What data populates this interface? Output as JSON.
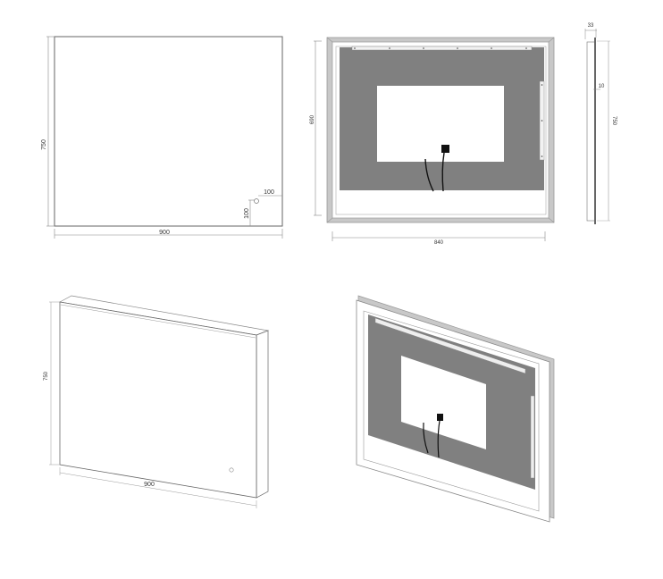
{
  "views": {
    "front": {
      "width_label": "900",
      "height_label": "750",
      "switch_offset_x": "100",
      "switch_offset_y": "100"
    },
    "back": {
      "width_label": "840",
      "height_label": "690"
    },
    "side": {
      "depth_label": "33",
      "offset_label": "10",
      "height_label": "750"
    },
    "front_iso": {
      "width_label": "900",
      "height_label": "750"
    },
    "back_iso": {}
  },
  "colors": {
    "line": "#555555",
    "panel_grey": "#808080",
    "frame_grey": "#c8c8c8",
    "cable": "#111111"
  }
}
